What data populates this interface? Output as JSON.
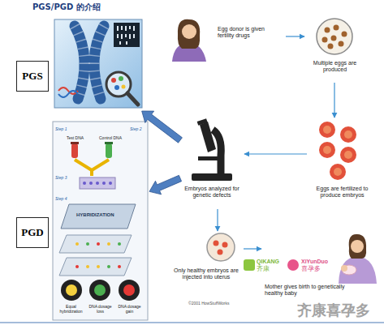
{
  "diagram": {
    "title": "PGS/PGD 的介绍",
    "nodes": [
      {
        "text": [
          "PGS"
        ]
      },
      {
        "text": [
          "PGD"
        ]
      },
      {
        "text": [
          "Egg donor is given fertility drugs"
        ]
      },
      {
        "text": [
          "Multiple eggs are produced"
        ]
      },
      {
        "text": [
          "Eggs are fertilized to produce embryos"
        ]
      },
      {
        "text": [
          "Embryos analyzed for genetic defects"
        ]
      },
      {
        "text": [
          "Only healthy embryos are injected into uterus"
        ]
      },
      {
        "text": [
          "Mother gives birth to genetically healthy baby"
        ]
      }
    ],
    "edges": [
      {
        "from": 2,
        "to": 3,
        "arrow": "to"
      },
      {
        "from": 3,
        "to": 4,
        "arrow": "to"
      },
      {
        "from": 4,
        "to": 5,
        "arrow": "to"
      },
      {
        "from": 5,
        "to": 6,
        "arrow": "to"
      },
      {
        "from": 6,
        "to": 7,
        "arrow": "to"
      },
      {
        "from": 5,
        "to": 0,
        "arrow": "to"
      },
      {
        "from": 5,
        "to": 1,
        "arrow": "to"
      }
    ],
    "labels": [
      "Step 1",
      "Test DNA",
      "Control DNA",
      "Step 2",
      "Step 3",
      "Step 4",
      "HYBRIDIZATION",
      "Equal hybridization",
      "DNA dosage loss",
      "DNA dosage gain",
      "©2001 HowStuffWorks",
      "QIKANG",
      "齐康",
      "XiYunDuo",
      "喜孕多",
      "齐康喜孕多"
    ]
  }
}
